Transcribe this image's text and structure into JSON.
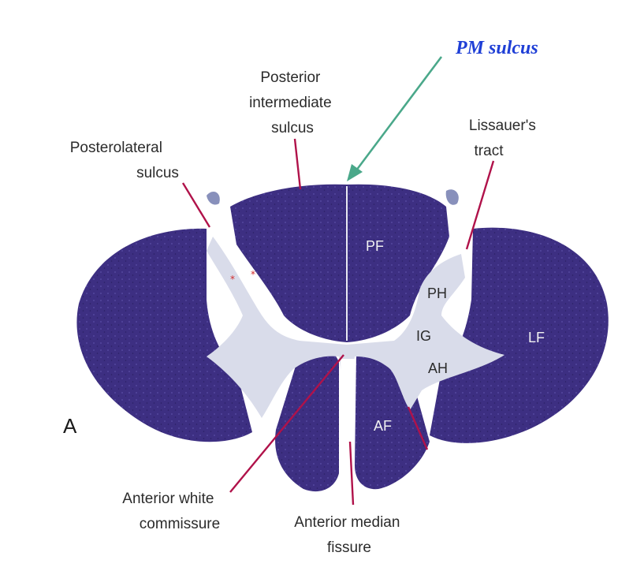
{
  "figure": {
    "panel_letter": "A",
    "annotation": {
      "text": "PM sulcus",
      "color": "#1f3fd6",
      "arrow_color": "#4aa88a"
    },
    "leader_color": "#b0124a",
    "labels": {
      "posterior_intermediate": [
        "Posterior",
        "intermediate",
        "sulcus"
      ],
      "posterolateral": [
        "Posterolateral",
        "sulcus"
      ],
      "lissauer": [
        "Lissauer's",
        "tract"
      ],
      "anterior_white": [
        "Anterior white",
        "commissure"
      ],
      "anterior_median": [
        "Anterior median",
        "fissure"
      ]
    },
    "regions": {
      "pf": "PF",
      "ph": "PH",
      "ig": "IG",
      "ah": "AH",
      "lf": "LF",
      "af": "AF"
    },
    "stain_colors": {
      "white_matter": "#3b2d7f",
      "gray_matter": "#d9dcea"
    }
  }
}
